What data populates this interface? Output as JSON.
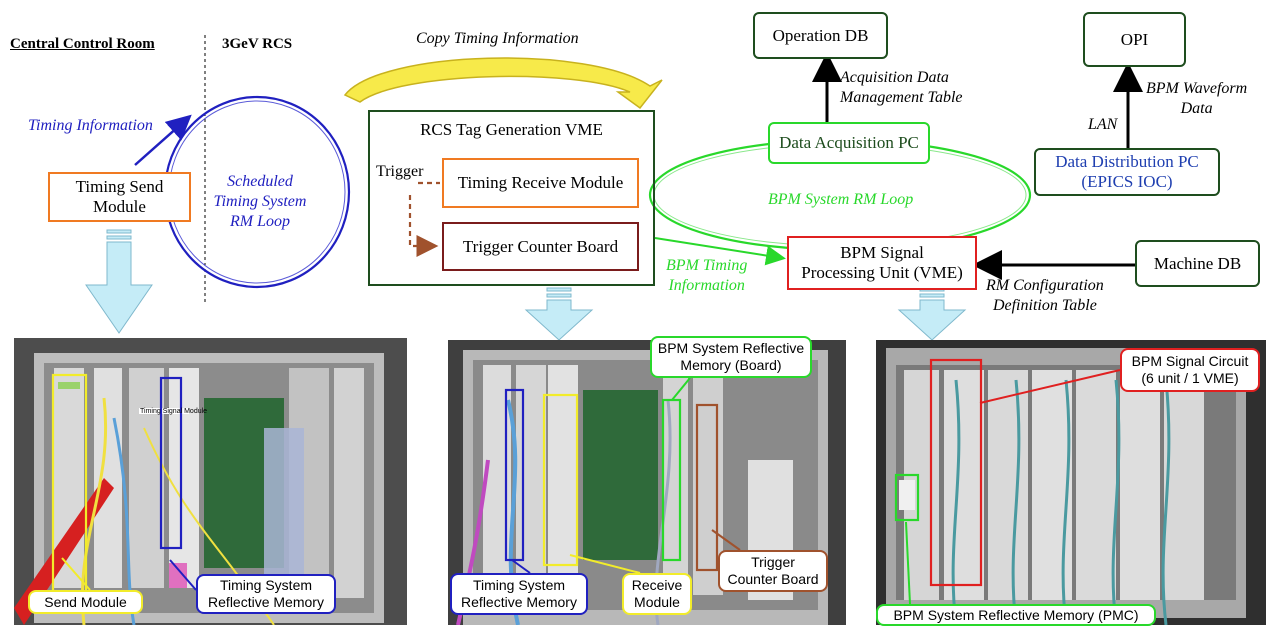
{
  "labels": {
    "central_control_room": "Central Control Room",
    "rcs": "3GeV RCS",
    "copy_timing": "Copy Timing Information",
    "timing_information": "Timing Information",
    "scheduled_loop": [
      "Scheduled",
      "Timing System",
      "RM Loop"
    ],
    "trigger": "Trigger",
    "acq_table": [
      "Acquisition Data",
      "Management Table"
    ],
    "bpm_waveform": [
      "BPM Waveform",
      "Data"
    ],
    "lan": "LAN",
    "bpm_rm_loop": "BPM System RM Loop",
    "bpm_timing": [
      "BPM Timing",
      "Information"
    ],
    "rm_config": [
      "RM Configuration",
      "Definition Table"
    ]
  },
  "boxes": {
    "timing_send": [
      "Timing Send",
      "Module"
    ],
    "rcs_tag_vme": "RCS Tag Generation VME",
    "timing_receive": "Timing Receive Module",
    "trigger_counter": "Trigger Counter Board",
    "operation_db": "Operation DB",
    "opi": "OPI",
    "data_acq_pc": "Data Acquisition PC",
    "data_dist_pc": [
      "Data Distribution PC",
      "(EPICS IOC)"
    ],
    "bpm_signal_unit": [
      "BPM Signal",
      "Processing Unit (VME)"
    ],
    "machine_db": "Machine DB"
  },
  "callouts": {
    "send_module": "Send Module",
    "timing_rm_1": [
      "Timing System",
      "Reflective Memory"
    ],
    "bpm_rm_board": [
      "BPM System Reflective",
      "Memory (Board)"
    ],
    "timing_rm_2": [
      "Timing System",
      "Reflective Memory"
    ],
    "receive_module": [
      "Receive",
      "Module"
    ],
    "trigger_counter": [
      "Trigger",
      "Counter Board"
    ],
    "bpm_signal_circuit": [
      "BPM Signal Circuit",
      "(6 unit / 1 VME)"
    ],
    "bpm_rm_pmc": "BPM System Reflective Memory (PMC)"
  },
  "photo_text": {
    "sticker": "Timing Signal Module"
  },
  "colors": {
    "orange": "#f07a22",
    "dark_green": "#1e4d1e",
    "bright_green": "#29d82b",
    "red": "#e02020",
    "maroon": "#7a1c1c",
    "blue": "#2020c0",
    "yellow": "#f2ec2a",
    "brown": "#a0522d",
    "light_blue": "#c5ecf7"
  }
}
